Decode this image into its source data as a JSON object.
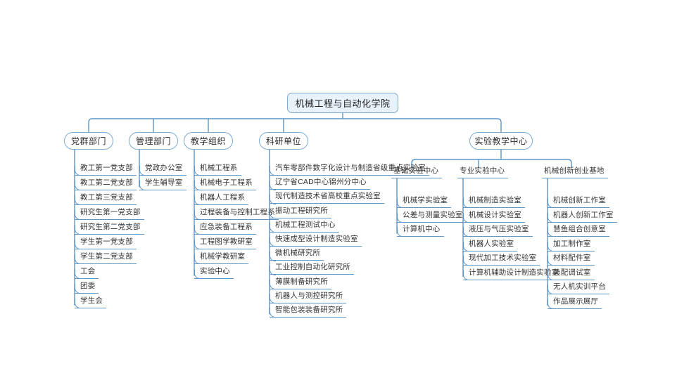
{
  "org_chart": {
    "root": "机械工程与自动化学院",
    "branches": [
      {
        "id": "party-mass-departments",
        "label": "党群部门",
        "children": [
          "教工第一党支部",
          "教工第二党支部",
          "教工第三党支部",
          "研究生第一党支部",
          "研究生第二党支部",
          "学生第一党支部",
          "学生第二党支部",
          "工会",
          "团委",
          "学生会"
        ]
      },
      {
        "id": "management-departments",
        "label": "管理部门",
        "children": [
          "党政办公室",
          "学生辅导室"
        ]
      },
      {
        "id": "teaching-organizations",
        "label": "教学组织",
        "children": [
          "机械工程系",
          "机械电子工程系",
          "机器人工程系",
          "过程装备与控制工程系",
          "应急装备工程系",
          "工程图学教研室",
          "机械学教研室",
          "实验中心"
        ]
      },
      {
        "id": "research-units",
        "label": "科研单位",
        "children": [
          "汽车零部件数字化设计与制造省级重点实验室",
          "辽宁省CAD中心锦州分中心",
          "现代制造技术省高校重点实验室",
          "振动工程研究所",
          "机械工程测试中心",
          "快速成型设计制造实验室",
          "微机械研究所",
          "工业控制自动化研究所",
          "薄膜制备研究所",
          "机器人与测控研究所",
          "智能包装装备研究所"
        ]
      },
      {
        "id": "experimental-teaching-center",
        "label": "实验教学中心",
        "groups": [
          {
            "label": "基础实验中心",
            "children": [
              "机械学实验室",
              "公差与测量实验室",
              "计算机中心"
            ]
          },
          {
            "label": "专业实验中心",
            "children": [
              "机械制造实验室",
              "机械设计实验室",
              "液压与气压实验室",
              "机器人实验室",
              "现代加工技术实验室",
              "计算机辅助设计制造实验室"
            ]
          },
          {
            "label": "机械创新创业基地",
            "children": [
              "机械创新工作室",
              "机器人创新工作室",
              "慧鱼组合创意室",
              "加工制作室",
              "材料配件室",
              "装配调试室",
              "无人机实训平台",
              "作品展示展厅"
            ]
          }
        ]
      }
    ],
    "colors": {
      "line": "#5e96c8",
      "node_border": "#7cabd4",
      "root_fill": "#e8f2fb",
      "node_fill": "#ffffff",
      "text": "#333333"
    }
  }
}
